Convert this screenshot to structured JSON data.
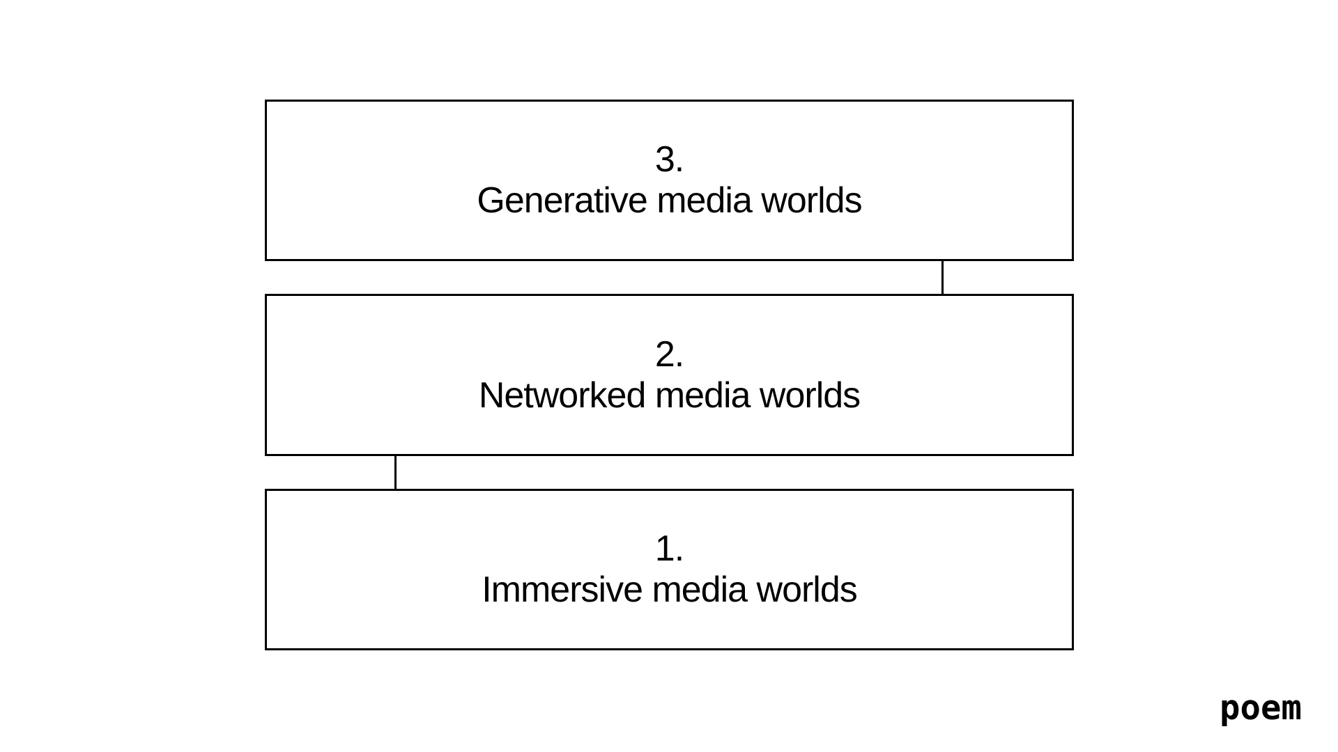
{
  "diagram": {
    "type": "stacked-layer-diagram",
    "layers": [
      {
        "number": "3.",
        "label": "Generative media worlds"
      },
      {
        "number": "2.",
        "label": "Networked media worlds"
      },
      {
        "number": "1.",
        "label": "Immersive media worlds"
      }
    ]
  },
  "branding": {
    "logo_text": "poem"
  },
  "colors": {
    "background": "#ffffff",
    "stroke": "#000000",
    "text": "#000000"
  }
}
